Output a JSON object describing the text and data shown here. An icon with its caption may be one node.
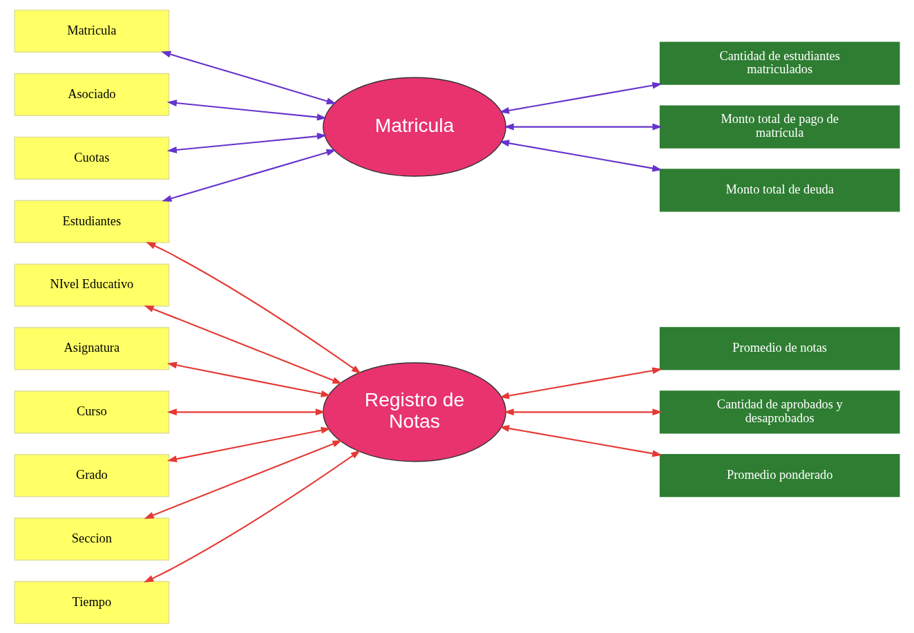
{
  "diagram": {
    "nodes": [
      {
        "text": [
          "Matricula"
        ]
      },
      {
        "text": [
          "Asociado"
        ]
      },
      {
        "text": [
          "Cuotas"
        ]
      },
      {
        "text": [
          "Estudiantes"
        ]
      },
      {
        "text": [
          "NIvel Educativo"
        ]
      },
      {
        "text": [
          "Asignatura"
        ]
      },
      {
        "text": [
          "Curso"
        ]
      },
      {
        "text": [
          "Grado"
        ]
      },
      {
        "text": [
          "Seccion"
        ]
      },
      {
        "text": [
          "Tiempo"
        ]
      },
      {
        "text": [
          "Matricula"
        ]
      },
      {
        "text": [
          "Registro de Notas"
        ]
      },
      {
        "text": [
          "Cantidad de estudiantes matriculados"
        ]
      },
      {
        "text": [
          "Monto total de pago de matrícula"
        ]
      },
      {
        "text": [
          "Monto total de deuda"
        ]
      },
      {
        "text": [
          "Promedio de notas"
        ]
      },
      {
        "text": [
          "Cantidad de aprobados y desaprobados"
        ]
      },
      {
        "text": [
          "Promedio ponderado"
        ]
      }
    ],
    "edges": [
      {
        "from": 0,
        "to": 10,
        "arrow": "both",
        "color": "#6633cc"
      },
      {
        "from": 1,
        "to": 10,
        "arrow": "both",
        "color": "#6633cc"
      },
      {
        "from": 2,
        "to": 10,
        "arrow": "both",
        "color": "#6633cc"
      },
      {
        "from": 3,
        "to": 10,
        "arrow": "both",
        "color": "#6633cc"
      },
      {
        "from": 10,
        "to": 12,
        "arrow": "both",
        "color": "#6633cc"
      },
      {
        "from": 10,
        "to": 13,
        "arrow": "both",
        "color": "#6633cc"
      },
      {
        "from": 10,
        "to": 14,
        "arrow": "both",
        "color": "#6633cc"
      },
      {
        "from": 3,
        "to": 11,
        "arrow": "both"
      },
      {
        "from": 4,
        "to": 11,
        "arrow": "both"
      },
      {
        "from": 5,
        "to": 11,
        "arrow": "both"
      },
      {
        "from": 6,
        "to": 11,
        "arrow": "both"
      },
      {
        "from": 7,
        "to": 11,
        "arrow": "both"
      },
      {
        "from": 8,
        "to": 11,
        "arrow": "both"
      },
      {
        "from": 9,
        "to": 11,
        "arrow": "both"
      },
      {
        "from": 11,
        "to": 15,
        "arrow": "both"
      },
      {
        "from": 11,
        "to": 16,
        "arrow": "both"
      },
      {
        "from": 11,
        "to": 17,
        "arrow": "both"
      }
    ]
  }
}
